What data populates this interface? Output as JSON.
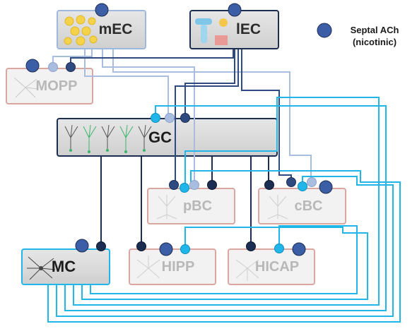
{
  "colors": {
    "dark": "#1c2d52",
    "mid": "#4a6aa0",
    "light": "#a9bde0",
    "cyan": "#20b6ea",
    "septal": "#3c5ea6",
    "pink_border": "#d9a7a0",
    "light_border": "#9cb8df"
  },
  "legend": {
    "line1": "Septal ACh",
    "line2": "(nicotinic)",
    "icon": "septal-ach-dot-icon"
  },
  "nodes": {
    "mec": {
      "label": "mEC"
    },
    "lec": {
      "label": "lEC"
    },
    "mopp": {
      "label": "MOPP"
    },
    "gc": {
      "label": "GC"
    },
    "pbc": {
      "label": "pBC"
    },
    "cbc": {
      "label": "cBC"
    },
    "mc": {
      "label": "MC"
    },
    "hipp": {
      "label": "HIPP"
    },
    "hicap": {
      "label": "HICAP"
    }
  }
}
